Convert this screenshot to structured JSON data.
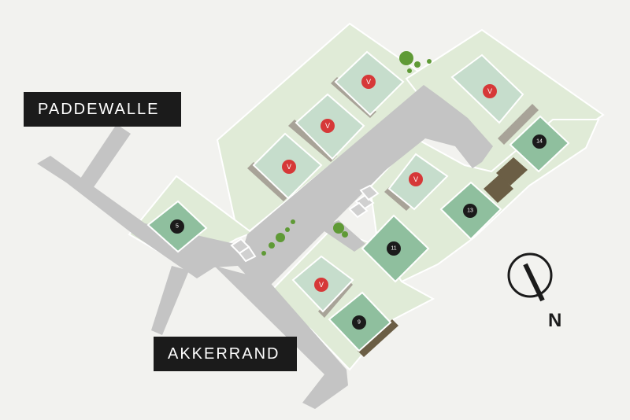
{
  "streets": [
    {
      "id": "paddewalle",
      "label": "PADDEWALLE"
    },
    {
      "id": "akkerrand",
      "label": "AKKERRAND"
    }
  ],
  "lots": [
    {
      "id": "lot-5",
      "label": "5",
      "status": "available"
    },
    {
      "id": "lot-9",
      "label": "9",
      "status": "available"
    },
    {
      "id": "lot-11",
      "label": "11",
      "status": "available"
    },
    {
      "id": "lot-13",
      "label": "13",
      "status": "available"
    },
    {
      "id": "lot-14",
      "label": "14",
      "status": "available"
    },
    {
      "id": "lot-v1",
      "label": "V",
      "status": "sold"
    },
    {
      "id": "lot-v2",
      "label": "V",
      "status": "sold"
    },
    {
      "id": "lot-v3",
      "label": "V",
      "status": "sold"
    },
    {
      "id": "lot-v4",
      "label": "V",
      "status": "sold"
    },
    {
      "id": "lot-v5",
      "label": "V",
      "status": "sold"
    },
    {
      "id": "lot-v6",
      "label": "V",
      "status": "sold"
    }
  ],
  "compass": {
    "label": "N"
  },
  "legend_colors": {
    "road": "#c4c4c4",
    "garden": "#e0ebd7",
    "sold_house": "#c6ddcc",
    "available_house": "#8fbf9e",
    "sold_marker": "#d63838",
    "available_marker": "#1b1b1b",
    "shed": "#a8a398",
    "carport": "#6b5e45",
    "trees": "#5f9a36"
  }
}
